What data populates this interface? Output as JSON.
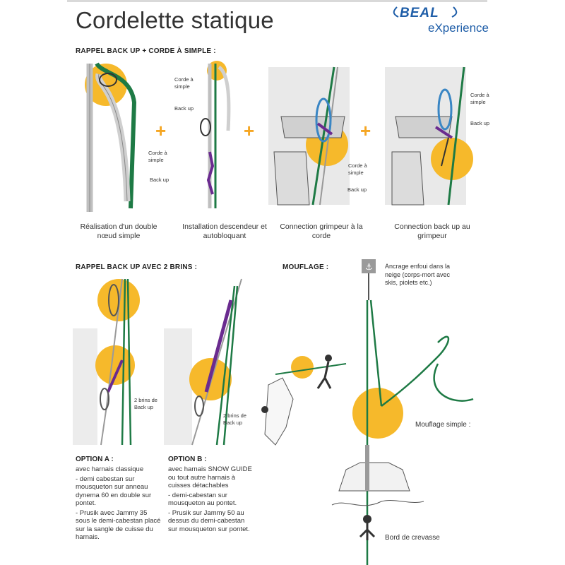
{
  "header": {
    "title": "Cordelette statique",
    "brand": "BEAL",
    "brand_sub": "eXperience",
    "brand_color": "#1f5ea8"
  },
  "colors": {
    "rope_green": "#1e7a45",
    "highlight_yellow": "#f6b92b",
    "carabiner_blue": "#3a86c4",
    "prusik_purple": "#6a2b8f",
    "plus_orange": "#f5a623"
  },
  "section1": {
    "heading": "RAPPEL BACK UP + CORDE À SIMPLE :",
    "panels": [
      {
        "caption": "Réalisation d'un double nœud simple",
        "labels": [
          "Corde à simple",
          "Back up"
        ]
      },
      {
        "caption": "Installation descendeur et autobloquant",
        "labels": [
          "Corde à simple",
          "Back up"
        ]
      },
      {
        "caption": "Connection grimpeur à la corde",
        "labels": [
          "Corde à simple",
          "Back up"
        ]
      },
      {
        "caption": "Connection back up au grimpeur",
        "labels": [
          "Corde à simple",
          "Back up"
        ]
      }
    ]
  },
  "section2": {
    "heading": "RAPPEL BACK UP AVEC 2 BRINS :",
    "panels": [
      {
        "label": "2 brins de Back up"
      },
      {
        "label": "2 brins de Back up"
      }
    ],
    "options": [
      {
        "title": "OPTION A :",
        "lines": [
          "avec harnais classique",
          "- demi cabestan sur mousqueton sur anneau dynema 60 en double sur pontet.",
          "- Prusik avec Jammy 35 sous le demi-cabestan placé sur la sangle de cuisse du harnais."
        ]
      },
      {
        "title": "OPTION B :",
        "lines": [
          "avec harnais SNOW GUIDE ou tout autre harnais à cuisses détachables",
          "- demi-cabestan sur mousqueton au pontet.",
          "- Prusik sur Jammy 50 au dessus du demi-cabestan sur mousqueton sur pontet."
        ]
      }
    ]
  },
  "section3": {
    "heading": "MOUFLAGE :",
    "anchor_label": "Ancrage enfoui dans la neige (corps-mort avec skis, piolets etc.)",
    "pulley_label": "Mouflage simple :",
    "crevasse_label": "Bord de crevasse"
  }
}
